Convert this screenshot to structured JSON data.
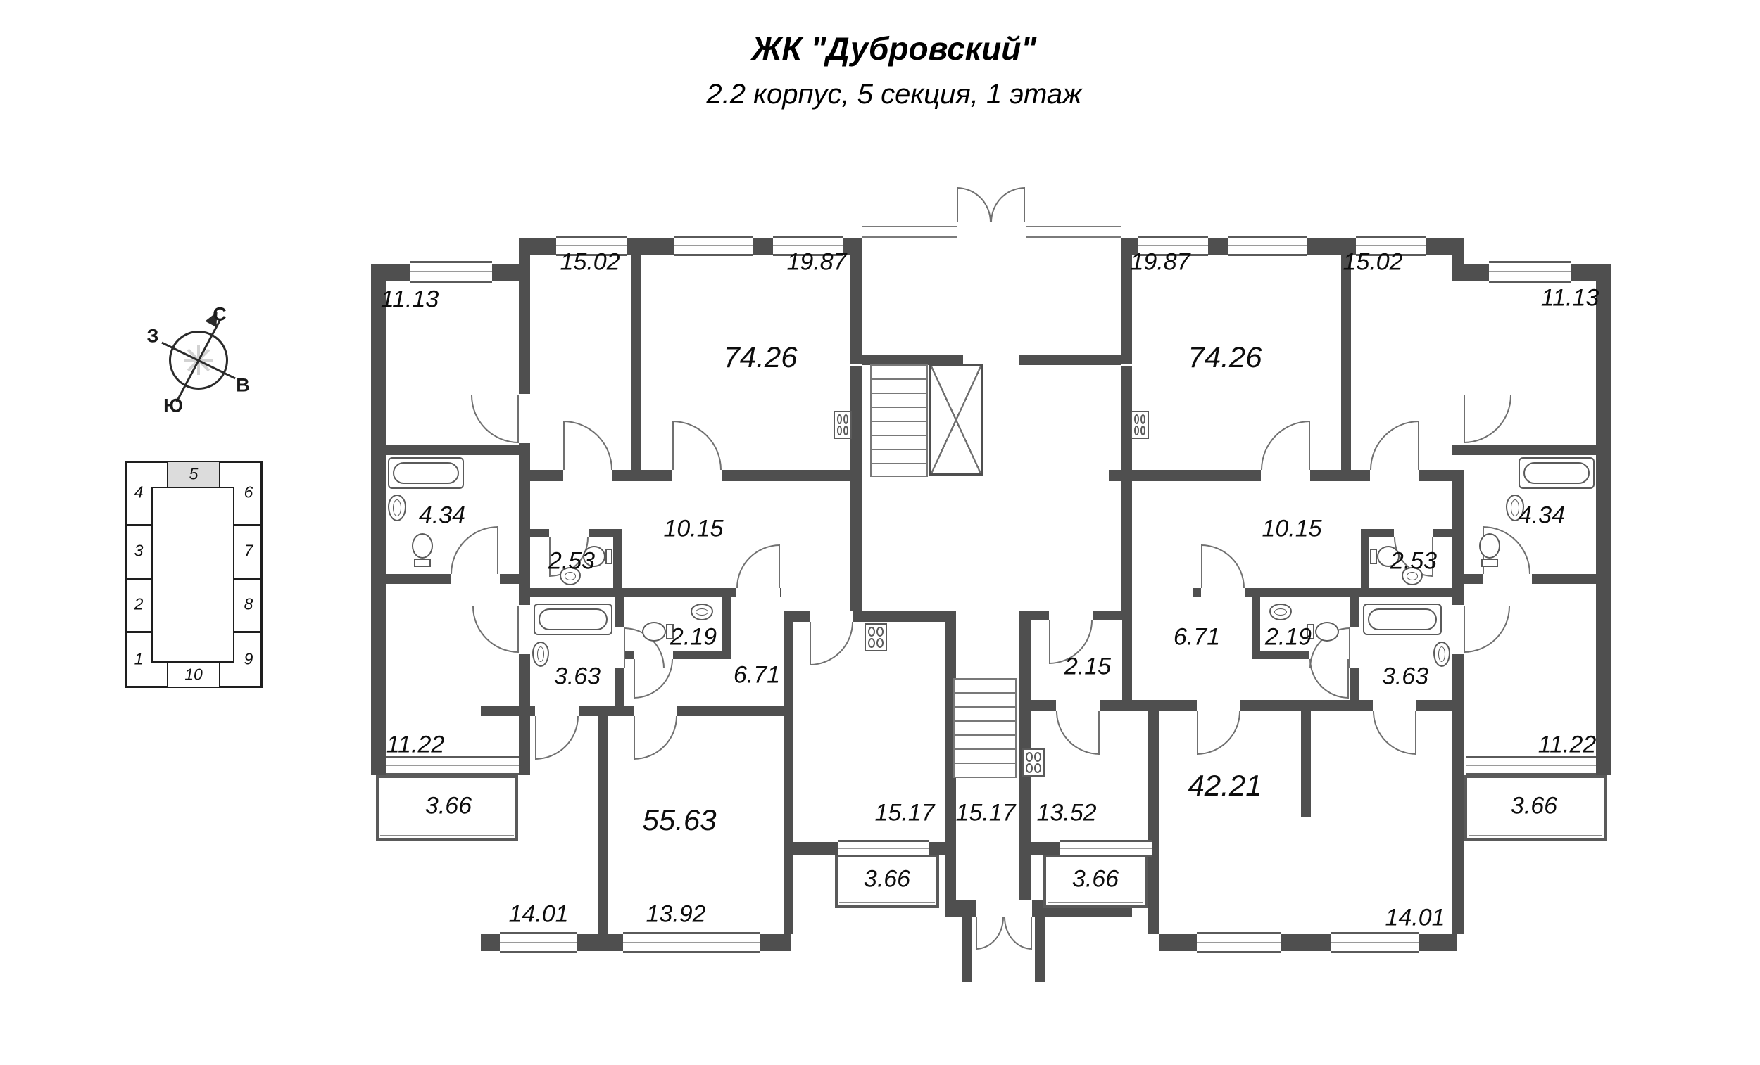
{
  "title": "ЖК \"Дубровский\"",
  "subtitle": "2.2 корпус, 5 секция, 1 этаж",
  "compass": {
    "north": "С",
    "south": "Ю",
    "west": "З",
    "east": "В"
  },
  "key_plan": {
    "sections": [
      "1",
      "2",
      "3",
      "4",
      "5",
      "6",
      "7",
      "8",
      "9",
      "10"
    ],
    "highlighted_section": "5"
  },
  "colors": {
    "wall": "#4f4f4f",
    "thin_line": "#707070",
    "highlight_cell": "#dcdcdc",
    "text": "#0d0d0d"
  },
  "rooms": {
    "l_room_11_13": "11.13",
    "l_room_15_02": "15.02",
    "l_kitchen_19_87": "19.87",
    "l_apt_total_74_26": "74.26",
    "l_hall_10_15": "10.15",
    "l_bath_4_34": "4.34",
    "l_wc_2_53": "2.53",
    "l_wc_2_19": "2.19",
    "l_bath_3_63": "3.63",
    "l_corridor_6_71": "6.71",
    "l_room_11_22": "11.22",
    "l_balcony_3_66": "3.66",
    "l_room_14_01": "14.01",
    "l_room_13_92": "13.92",
    "l_apt_total_55_63": "55.63",
    "l_kitchen_15_17": "15.17",
    "l_balcony_c_3_66": "3.66",
    "c_stair_hall_15_17": "15.17",
    "r_kitchen_19_87": "19.87",
    "r_apt_total_74_26": "74.26",
    "r_room_15_02": "15.02",
    "r_room_11_13": "11.13",
    "r_hall_10_15": "10.15",
    "r_wc_2_53": "2.53",
    "r_bath_4_34": "4.34",
    "r_wc_2_19": "2.19",
    "r_bath_3_63": "3.63",
    "r_corridor_6_71": "6.71",
    "r_hall_2_15": "2.15",
    "r_room_11_22": "11.22",
    "r_balcony_c_3_66": "3.66",
    "r_kitchen_13_52": "13.52",
    "r_apt_total_42_21": "42.21",
    "r_room_14_01": "14.01",
    "r_balcony_3_66": "3.66"
  }
}
